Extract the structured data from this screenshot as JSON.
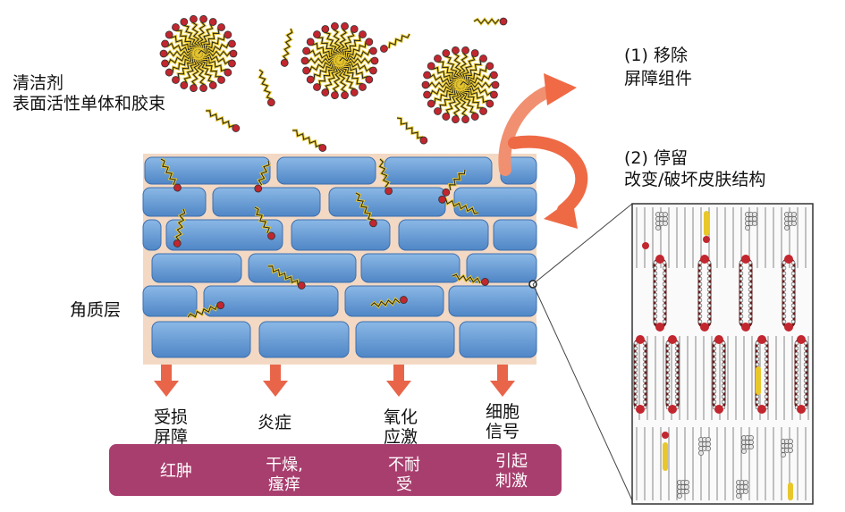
{
  "labels": {
    "cleanser_line1": "清洁剂",
    "cleanser_line2": "表面活性单体和胶束",
    "stratum_corneum": "角质层",
    "effect1_line1": "(1) 移除",
    "effect1_line2": "屏障组件",
    "effect2_line1": "(2) 停留",
    "effect2_line2": "改变/破坏皮肤结构"
  },
  "effects": [
    {
      "line1": "受损",
      "line2": "屏障",
      "result_line1": "红肿",
      "result_line2": ""
    },
    {
      "line1": "炎症",
      "line2": "",
      "result_line1": "干燥,",
      "result_line2": "瘙痒"
    },
    {
      "line1": "氧化",
      "line2": "应激",
      "result_line1": "不耐",
      "result_line2": "受"
    },
    {
      "line1": "细胞",
      "line2": "信号",
      "result_line1": "引起",
      "result_line2": "刺激"
    }
  ],
  "colors": {
    "cell_fill": "#6a9fd8",
    "cell_stroke": "#3d6fae",
    "matrix": "#f3d9c4",
    "arrow_down": "#e8654a",
    "curved_arrow": "#ee6a45",
    "bottom_bar": "#a83e6e",
    "surfactant_head": "#c2262e",
    "surfactant_tail": "#e8c72c"
  }
}
